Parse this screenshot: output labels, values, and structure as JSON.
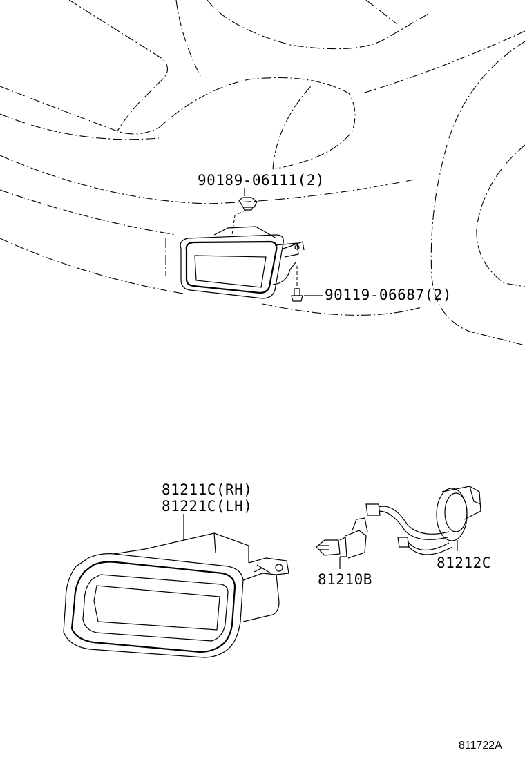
{
  "callouts": {
    "clip_part": "90189-06111(2)",
    "screw_part": "90119-06687(2)",
    "lamp_rh": "81211C(RH)",
    "lamp_lh": "81221C(LH)",
    "bulb": "81210B",
    "socket_harness": "81212C"
  },
  "figure_number": "811722A"
}
